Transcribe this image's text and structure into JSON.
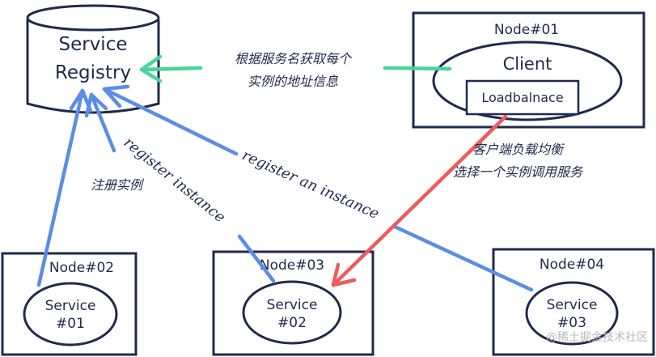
{
  "registry": {
    "line1": "Service",
    "line2": "Registry"
  },
  "nodes": {
    "node01": {
      "title": "Node#01",
      "client": "Client",
      "lb": "Loadbalnace"
    },
    "node02": {
      "title": "Node#02",
      "svc_line1": "Service",
      "svc_line2": "#01"
    },
    "node03": {
      "title": "Node#03",
      "svc_line1": "Service",
      "svc_line2": "#02"
    },
    "node04": {
      "title": "Node#04",
      "svc_line1": "Service",
      "svc_line2": "#03"
    }
  },
  "annotations": {
    "lookup_line1": "根据服务名获取每个",
    "lookup_line2": "实例的地址信息",
    "lb_line1": "客户端负载均衡",
    "lb_line2": "选择一个实例调用服务",
    "register_cn": "注册实例",
    "register_instance": "register instance",
    "register_an_instance": "register an instance"
  },
  "watermark": "@稀土掘金技术社区",
  "colors": {
    "ink": "#1f2a4d",
    "blue_arrow": "#5a8ee6",
    "green_arrow": "#49d49a",
    "red_arrow": "#ee5a5e"
  }
}
